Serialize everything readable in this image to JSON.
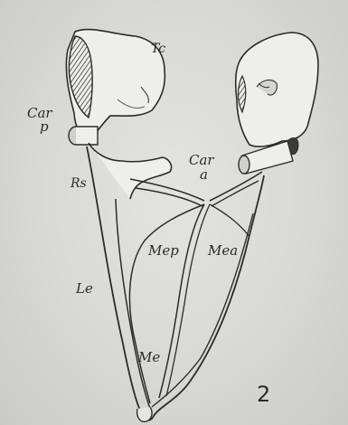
{
  "figure": {
    "number": "2",
    "labels": {
      "tc": "Tc",
      "car_p_top": "Car",
      "car_p_bottom": "p",
      "car_a_top": "Car",
      "car_a_bottom": "a",
      "rs": "Rs",
      "mep": "Mep",
      "mea": "Mea",
      "le": "Le",
      "me": "Me"
    }
  }
}
